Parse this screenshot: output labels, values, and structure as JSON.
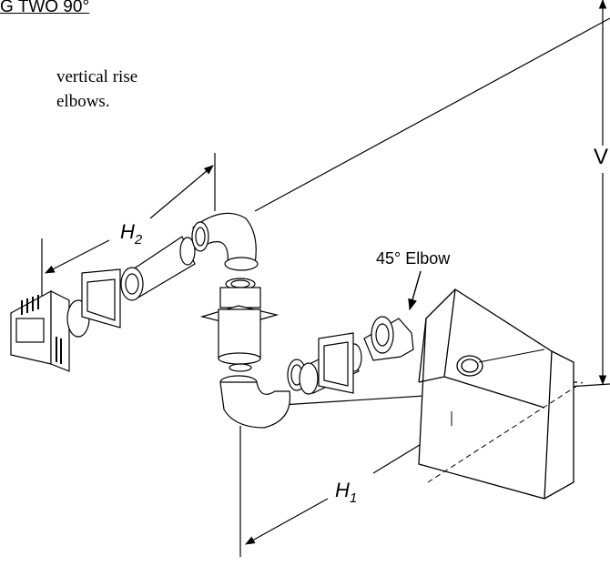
{
  "heading": "G TWO 90°",
  "description": {
    "line1": "vertical rise",
    "line2": "elbows."
  },
  "labels": {
    "elbow45": "45° Elbow",
    "h1_main": "H",
    "h1_sub": "1",
    "h2_main": "H",
    "h2_sub": "2",
    "v": "V"
  }
}
